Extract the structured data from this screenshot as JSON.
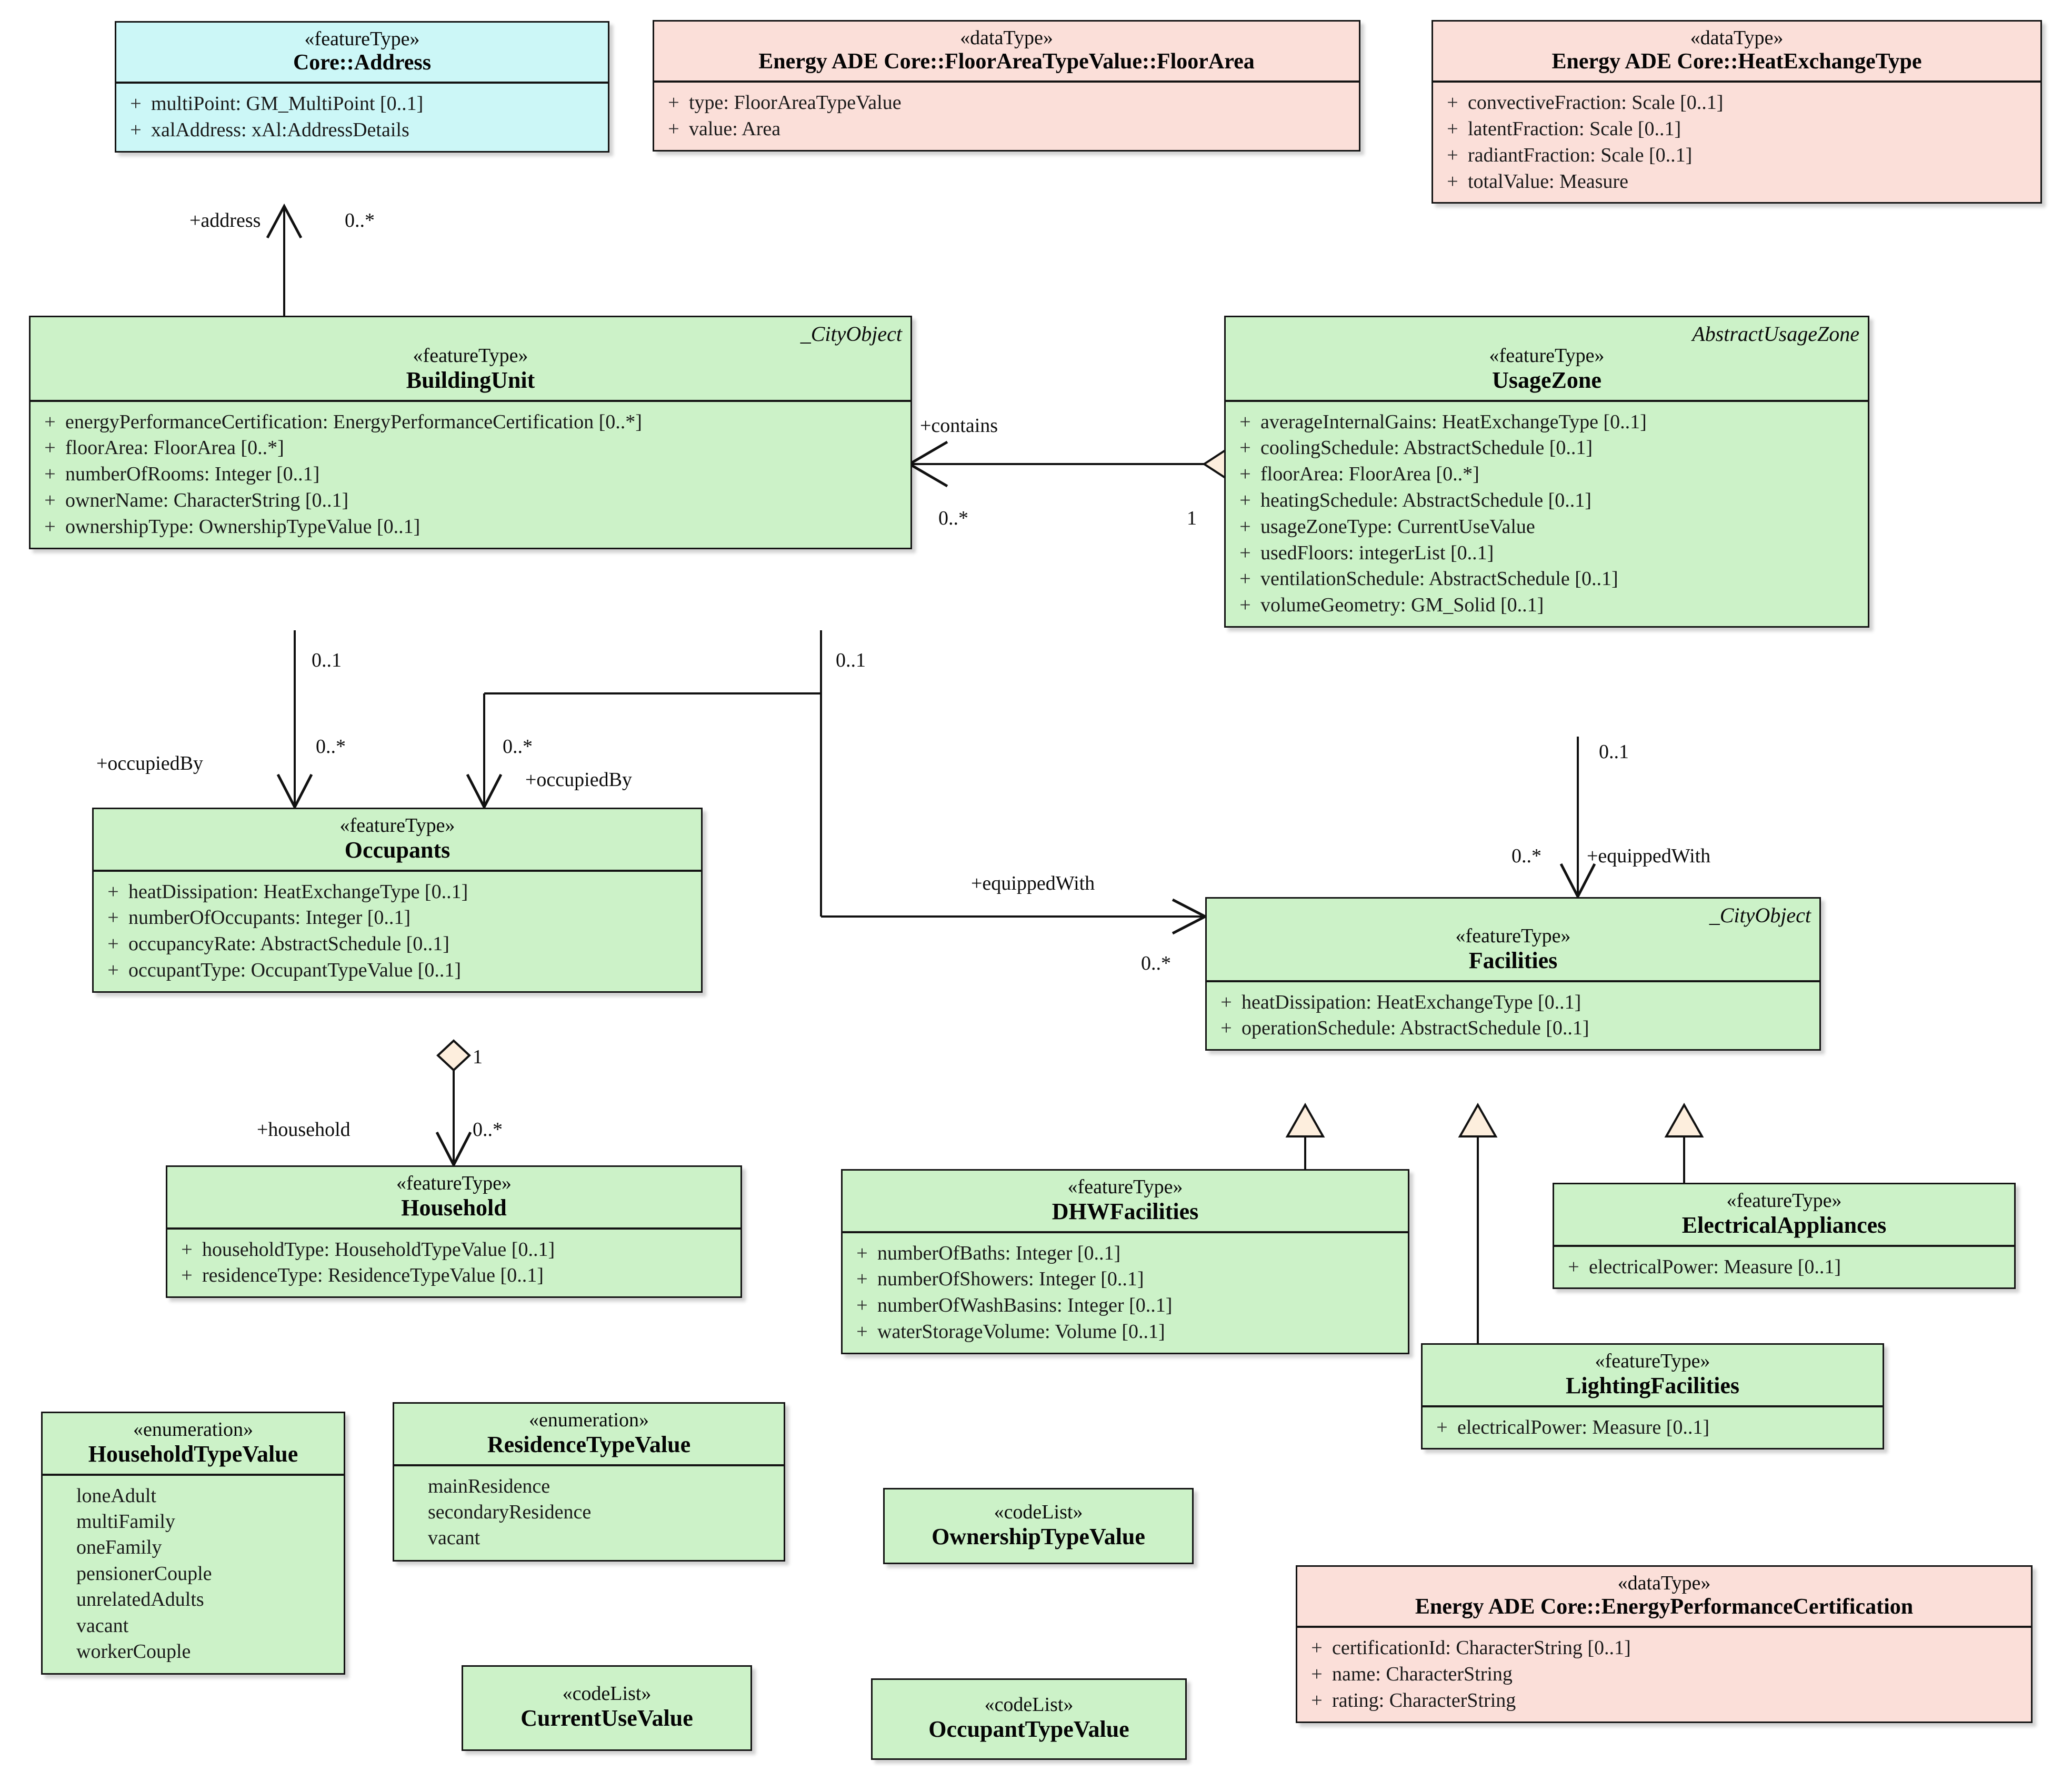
{
  "diagram": {
    "title": "Energy ADE Building Unit / Usage Zone UML class diagram",
    "colors": {
      "featureType_fill": "#ccf2c8",
      "dataType_fill": "#fbdfd9",
      "address_fill": "#ccf7f7",
      "border": "#141414",
      "hollow_marker_fill": "#fdeedd"
    }
  },
  "classes": {
    "address": {
      "stereotype": "«featureType»",
      "name": "Core::Address",
      "attributes": [
        {
          "vis": "+",
          "sig": "multiPoint: GM_MultiPoint [0..1]"
        },
        {
          "vis": "+",
          "sig": "xalAddress: xAl:AddressDetails"
        }
      ]
    },
    "floorArea": {
      "stereotype": "«dataType»",
      "name": "Energy ADE Core::FloorAreaTypeValue::FloorArea",
      "attributes": [
        {
          "vis": "+",
          "sig": "type: FloorAreaTypeValue"
        },
        {
          "vis": "+",
          "sig": "value: Area"
        }
      ]
    },
    "heatExchangeType": {
      "stereotype": "«dataType»",
      "name": "Energy ADE Core::HeatExchangeType",
      "attributes": [
        {
          "vis": "+",
          "sig": "convectiveFraction: Scale [0..1]"
        },
        {
          "vis": "+",
          "sig": "latentFraction: Scale [0..1]"
        },
        {
          "vis": "+",
          "sig": "radiantFraction: Scale [0..1]"
        },
        {
          "vis": "+",
          "sig": "totalValue: Measure"
        }
      ]
    },
    "buildingUnit": {
      "superclass": "_CityObject",
      "stereotype": "«featureType»",
      "name": "BuildingUnit",
      "attributes": [
        {
          "vis": "+",
          "sig": "energyPerformanceCertification: EnergyPerformanceCertification [0..*]"
        },
        {
          "vis": "+",
          "sig": "floorArea: FloorArea [0..*]"
        },
        {
          "vis": "+",
          "sig": "numberOfRooms: Integer [0..1]"
        },
        {
          "vis": "+",
          "sig": "ownerName: CharacterString [0..1]"
        },
        {
          "vis": "+",
          "sig": "ownershipType: OwnershipTypeValue [0..1]"
        }
      ]
    },
    "usageZone": {
      "superclass": "AbstractUsageZone",
      "stereotype": "«featureType»",
      "name": "UsageZone",
      "attributes": [
        {
          "vis": "+",
          "sig": "averageInternalGains: HeatExchangeType [0..1]"
        },
        {
          "vis": "+",
          "sig": "coolingSchedule: AbstractSchedule [0..1]"
        },
        {
          "vis": "+",
          "sig": "floorArea: FloorArea [0..*]"
        },
        {
          "vis": "+",
          "sig": "heatingSchedule: AbstractSchedule [0..1]"
        },
        {
          "vis": "+",
          "sig": "usageZoneType: CurrentUseValue"
        },
        {
          "vis": "+",
          "sig": "usedFloors: integerList [0..1]"
        },
        {
          "vis": "+",
          "sig": "ventilationSchedule: AbstractSchedule [0..1]"
        },
        {
          "vis": "+",
          "sig": "volumeGeometry: GM_Solid [0..1]"
        }
      ]
    },
    "occupants": {
      "stereotype": "«featureType»",
      "name": "Occupants",
      "attributes": [
        {
          "vis": "+",
          "sig": "heatDissipation: HeatExchangeType [0..1]"
        },
        {
          "vis": "+",
          "sig": "numberOfOccupants: Integer [0..1]"
        },
        {
          "vis": "+",
          "sig": "occupancyRate: AbstractSchedule [0..1]"
        },
        {
          "vis": "+",
          "sig": "occupantType: OccupantTypeValue [0..1]"
        }
      ]
    },
    "facilities": {
      "superclass": "_CityObject",
      "stereotype": "«featureType»",
      "name": "Facilities",
      "attributes": [
        {
          "vis": "+",
          "sig": "heatDissipation: HeatExchangeType [0..1]"
        },
        {
          "vis": "+",
          "sig": "operationSchedule: AbstractSchedule [0..1]"
        }
      ]
    },
    "household": {
      "stereotype": "«featureType»",
      "name": "Household",
      "attributes": [
        {
          "vis": "+",
          "sig": "householdType: HouseholdTypeValue [0..1]"
        },
        {
          "vis": "+",
          "sig": "residenceType: ResidenceTypeValue [0..1]"
        }
      ]
    },
    "dhwFacilities": {
      "stereotype": "«featureType»",
      "name": "DHWFacilities",
      "attributes": [
        {
          "vis": "+",
          "sig": "numberOfBaths: Integer [0..1]"
        },
        {
          "vis": "+",
          "sig": "numberOfShowers: Integer [0..1]"
        },
        {
          "vis": "+",
          "sig": "numberOfWashBasins: Integer [0..1]"
        },
        {
          "vis": "+",
          "sig": "waterStorageVolume: Volume [0..1]"
        }
      ]
    },
    "electricalAppliances": {
      "stereotype": "«featureType»",
      "name": "ElectricalAppliances",
      "attributes": [
        {
          "vis": "+",
          "sig": "electricalPower: Measure [0..1]"
        }
      ]
    },
    "lightingFacilities": {
      "stereotype": "«featureType»",
      "name": "LightingFacilities",
      "attributes": [
        {
          "vis": "+",
          "sig": "electricalPower: Measure [0..1]"
        }
      ]
    },
    "householdTypeValue": {
      "stereotype": "«enumeration»",
      "name": "HouseholdTypeValue",
      "values": [
        "loneAdult",
        "multiFamily",
        "oneFamily",
        "pensionerCouple",
        "unrelatedAdults",
        "vacant",
        "workerCouple"
      ]
    },
    "residenceTypeValue": {
      "stereotype": "«enumeration»",
      "name": "ResidenceTypeValue",
      "values": [
        "mainResidence",
        "secondaryResidence",
        "vacant"
      ]
    },
    "ownershipTypeValue": {
      "stereotype": "«codeList»",
      "name": "OwnershipTypeValue"
    },
    "currentUseValue": {
      "stereotype": "«codeList»",
      "name": "CurrentUseValue"
    },
    "occupantTypeValue": {
      "stereotype": "«codeList»",
      "name": "OccupantTypeValue"
    },
    "energyPerformanceCertification": {
      "stereotype": "«dataType»",
      "name": "Energy ADE Core::EnergyPerformanceCertification",
      "attributes": [
        {
          "vis": "+",
          "sig": "certificationId: CharacterString [0..1]"
        },
        {
          "vis": "+",
          "sig": "name: CharacterString"
        },
        {
          "vis": "+",
          "sig": "rating: CharacterString"
        }
      ]
    }
  },
  "associations": {
    "address_role": "+address",
    "address_mult": "0..*",
    "contains_role": "+contains",
    "contains_src_mult": "0..*",
    "contains_tgt_mult": "1",
    "bu_occupiedBy_role": "+occupiedBy",
    "bu_occupiedBy_src_mult": "0..1",
    "bu_occupiedBy_tgt_mult": "0..*",
    "uz_occupiedBy_role": "+occupiedBy",
    "uz_occupiedBy_src_mult": "0..1",
    "uz_occupiedBy_tgt_mult": "0..*",
    "bu_equippedWith_role": "+equippedWith",
    "bu_equippedWith_src_mult": "0..1",
    "bu_equippedWith_tgt_mult": "0..*",
    "uz_equippedWith_role": "+equippedWith",
    "uz_equippedWith_src_mult": "0..1",
    "uz_equippedWith_tgt_mult": "0..*",
    "household_role": "+household",
    "household_src_mult": "1",
    "household_tgt_mult": "0..*"
  }
}
